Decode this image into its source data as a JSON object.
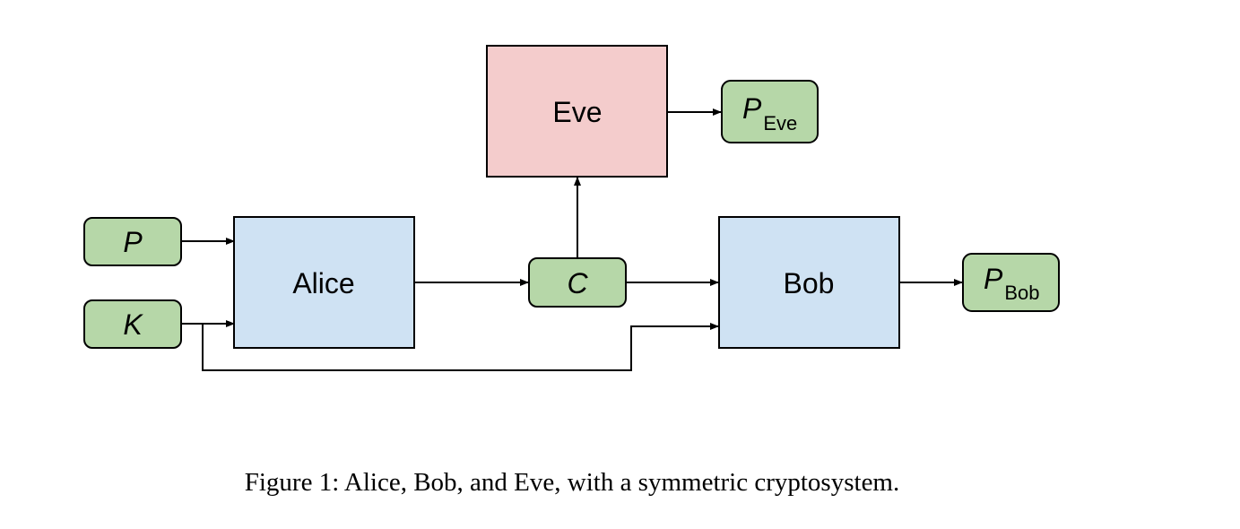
{
  "diagram": {
    "nodes": {
      "eve": {
        "label": "Eve",
        "fill": "#f4cccc"
      },
      "alice": {
        "label": "Alice",
        "fill": "#cfe2f3"
      },
      "bob": {
        "label": "Bob",
        "fill": "#cfe2f3"
      },
      "p": {
        "label": "P",
        "fill": "#b6d7a8"
      },
      "k": {
        "label": "K",
        "fill": "#b6d7a8"
      },
      "c": {
        "label": "C",
        "fill": "#b6d7a8"
      },
      "p_eve": {
        "label": "P",
        "subscript": "Eve",
        "fill": "#b6d7a8"
      },
      "p_bob": {
        "label": "P",
        "subscript": "Bob",
        "fill": "#b6d7a8"
      }
    },
    "edges": [
      {
        "from": "p",
        "to": "alice"
      },
      {
        "from": "k",
        "to": "alice"
      },
      {
        "from": "k",
        "to": "bob"
      },
      {
        "from": "alice",
        "to": "c"
      },
      {
        "from": "c",
        "to": "bob"
      },
      {
        "from": "c",
        "to": "eve"
      },
      {
        "from": "eve",
        "to": "p_eve"
      },
      {
        "from": "bob",
        "to": "p_bob"
      }
    ]
  },
  "caption": "Figure 1: Alice, Bob, and Eve, with a symmetric cryptosystem."
}
